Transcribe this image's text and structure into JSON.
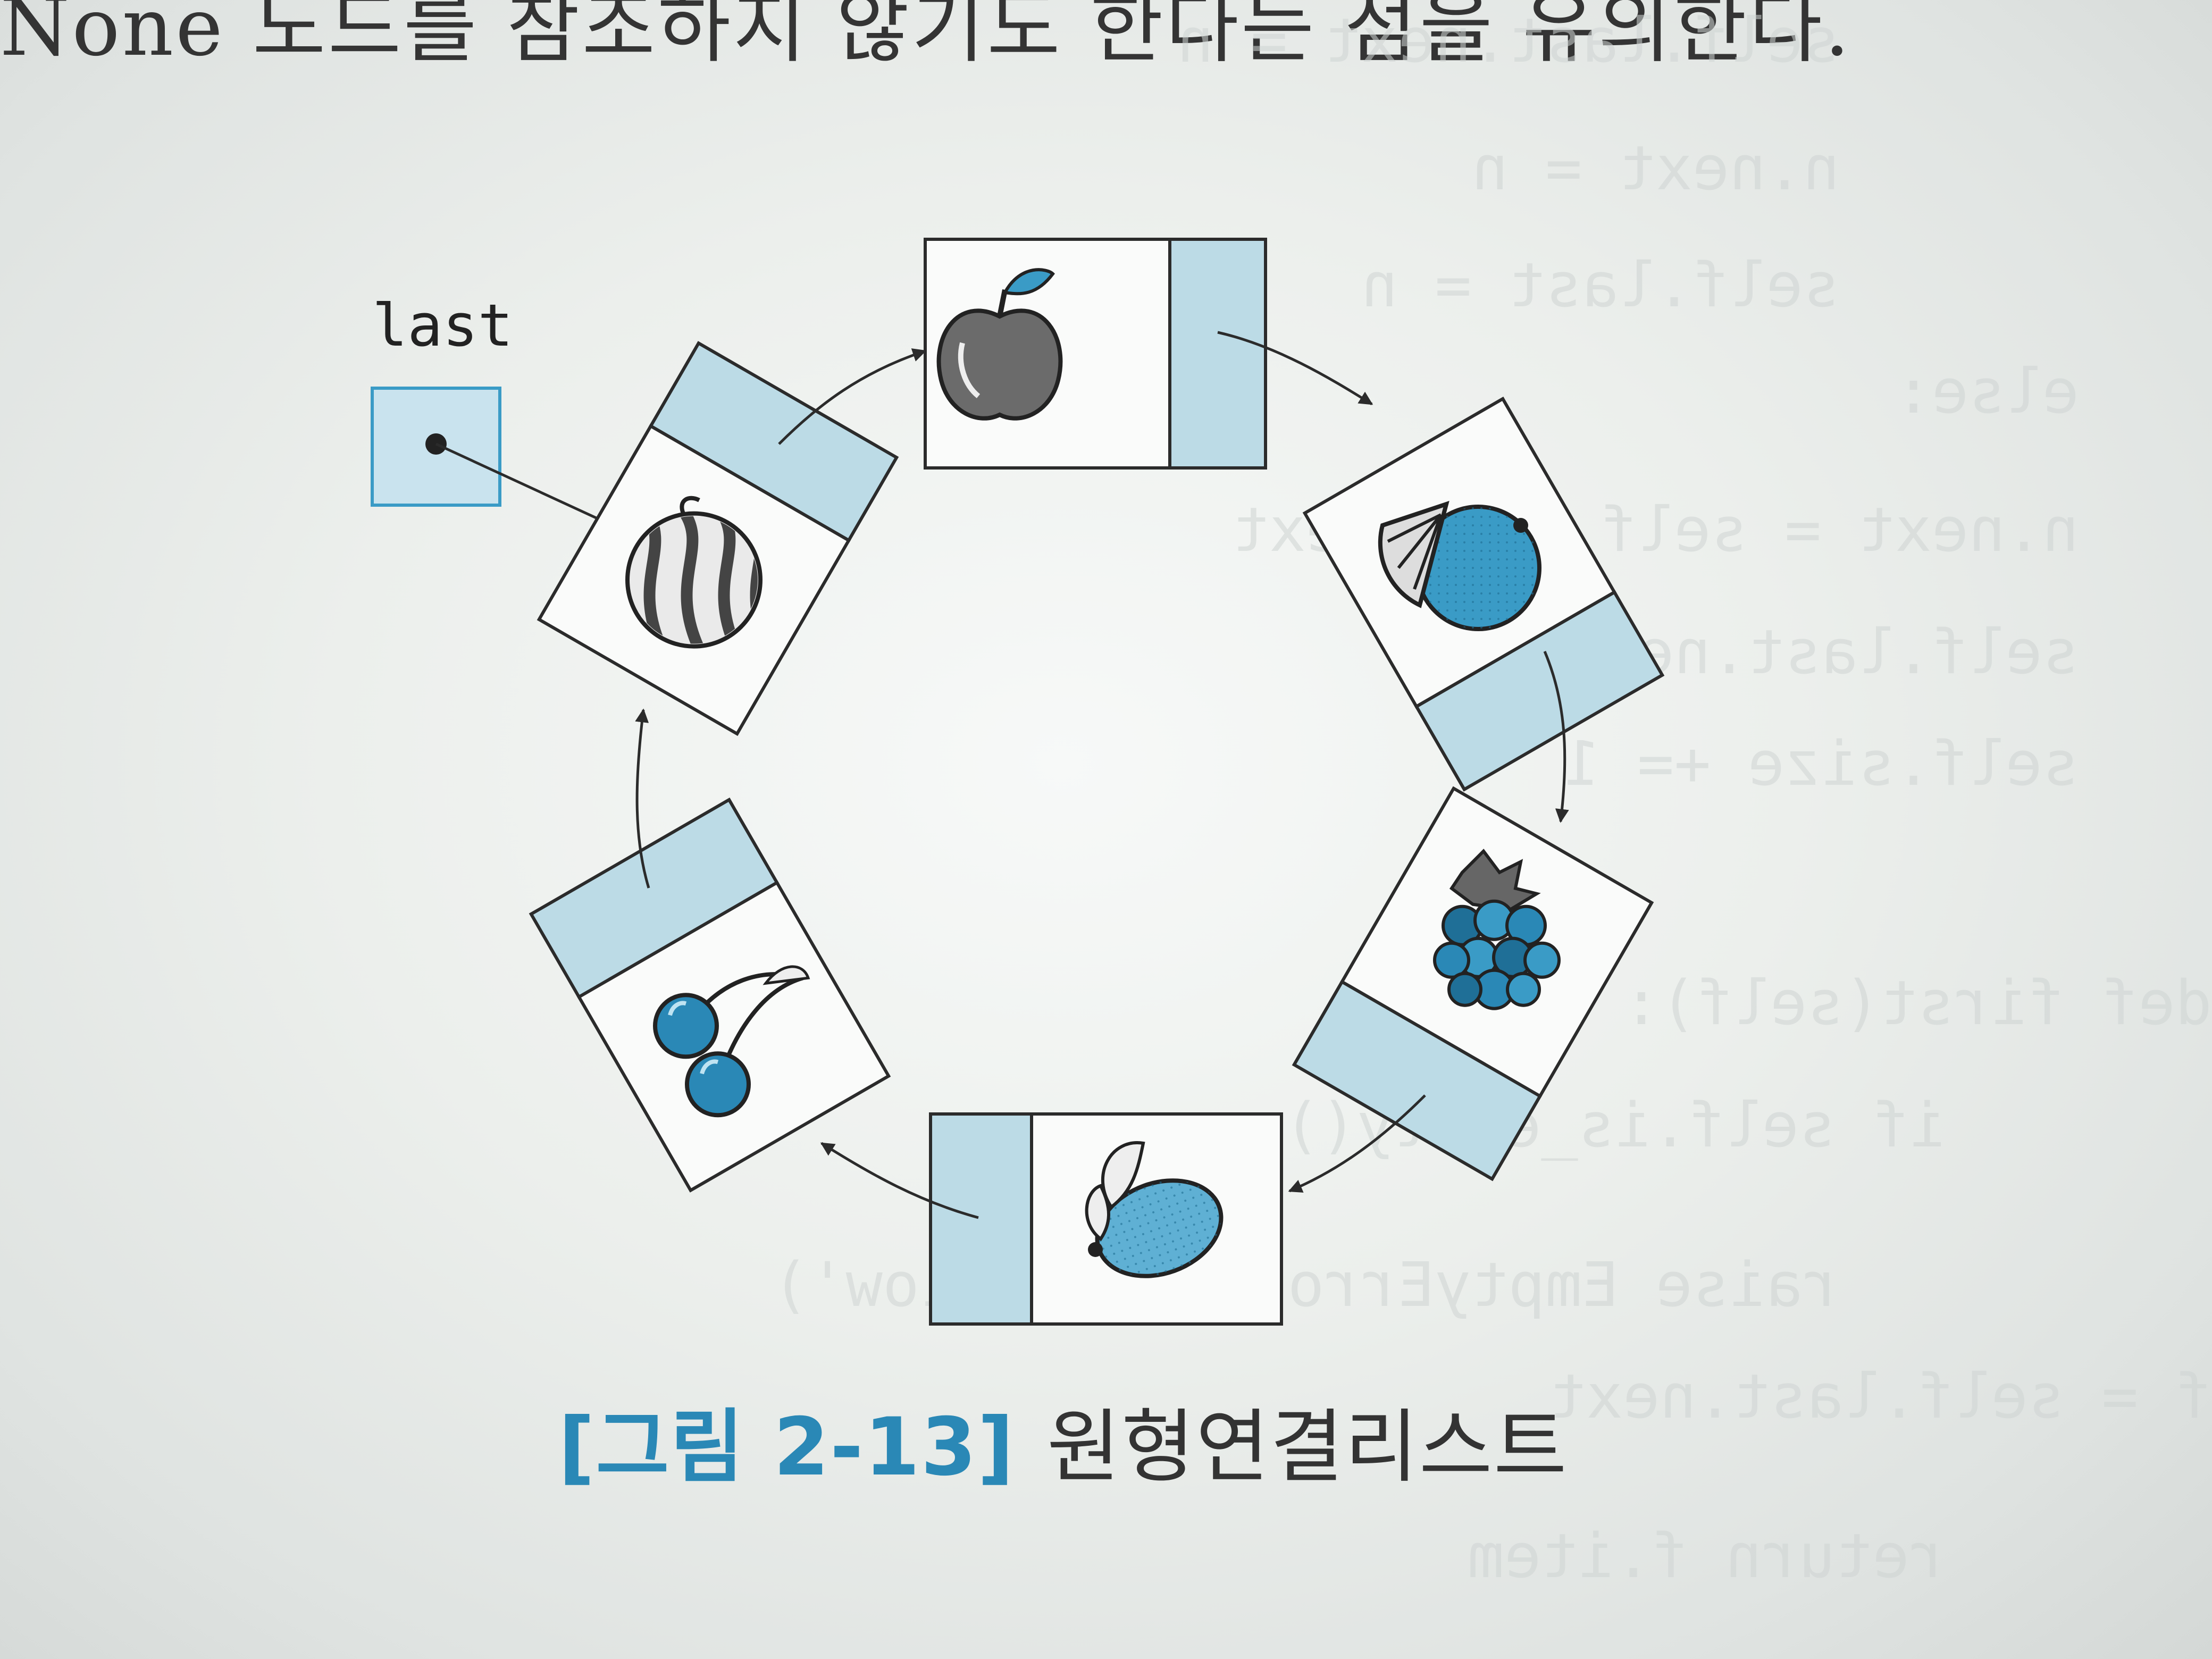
{
  "page": {
    "top_text": "None 노드를 참조하지 않기도 한다는 점을 유의한다.",
    "show_through_lines": [
      "self.last.next = n",
      "n.next = n",
      "self.last = n",
      "else:",
      "n.next = self.last.next",
      "self.last.next = n",
      "self.size += 1",
      "def first(self):",
      "if self.is_empty():",
      "raise EmptyError('Underflow')",
      "f = self.last.next",
      "return f.item"
    ]
  },
  "figure": {
    "pointer_label": "last",
    "nodes": [
      {
        "fruit": "apple",
        "icon": "apple-icon"
      },
      {
        "fruit": "orange",
        "icon": "orange-icon"
      },
      {
        "fruit": "grapes",
        "icon": "grapes-icon"
      },
      {
        "fruit": "lemon",
        "icon": "lemon-icon"
      },
      {
        "fruit": "cherry",
        "icon": "cherry-icon"
      },
      {
        "fruit": "watermelon",
        "icon": "watermelon-icon"
      }
    ],
    "caption_label": "[그림 2-13]",
    "caption_title": "원형연결리스트",
    "colors": {
      "link_field": "#bcdbe6",
      "pointer_box": "#c9e3ee",
      "border": "#2b2b2b",
      "accent_blue": "#2a88b6",
      "caption_label": "#2a88b6"
    }
  }
}
